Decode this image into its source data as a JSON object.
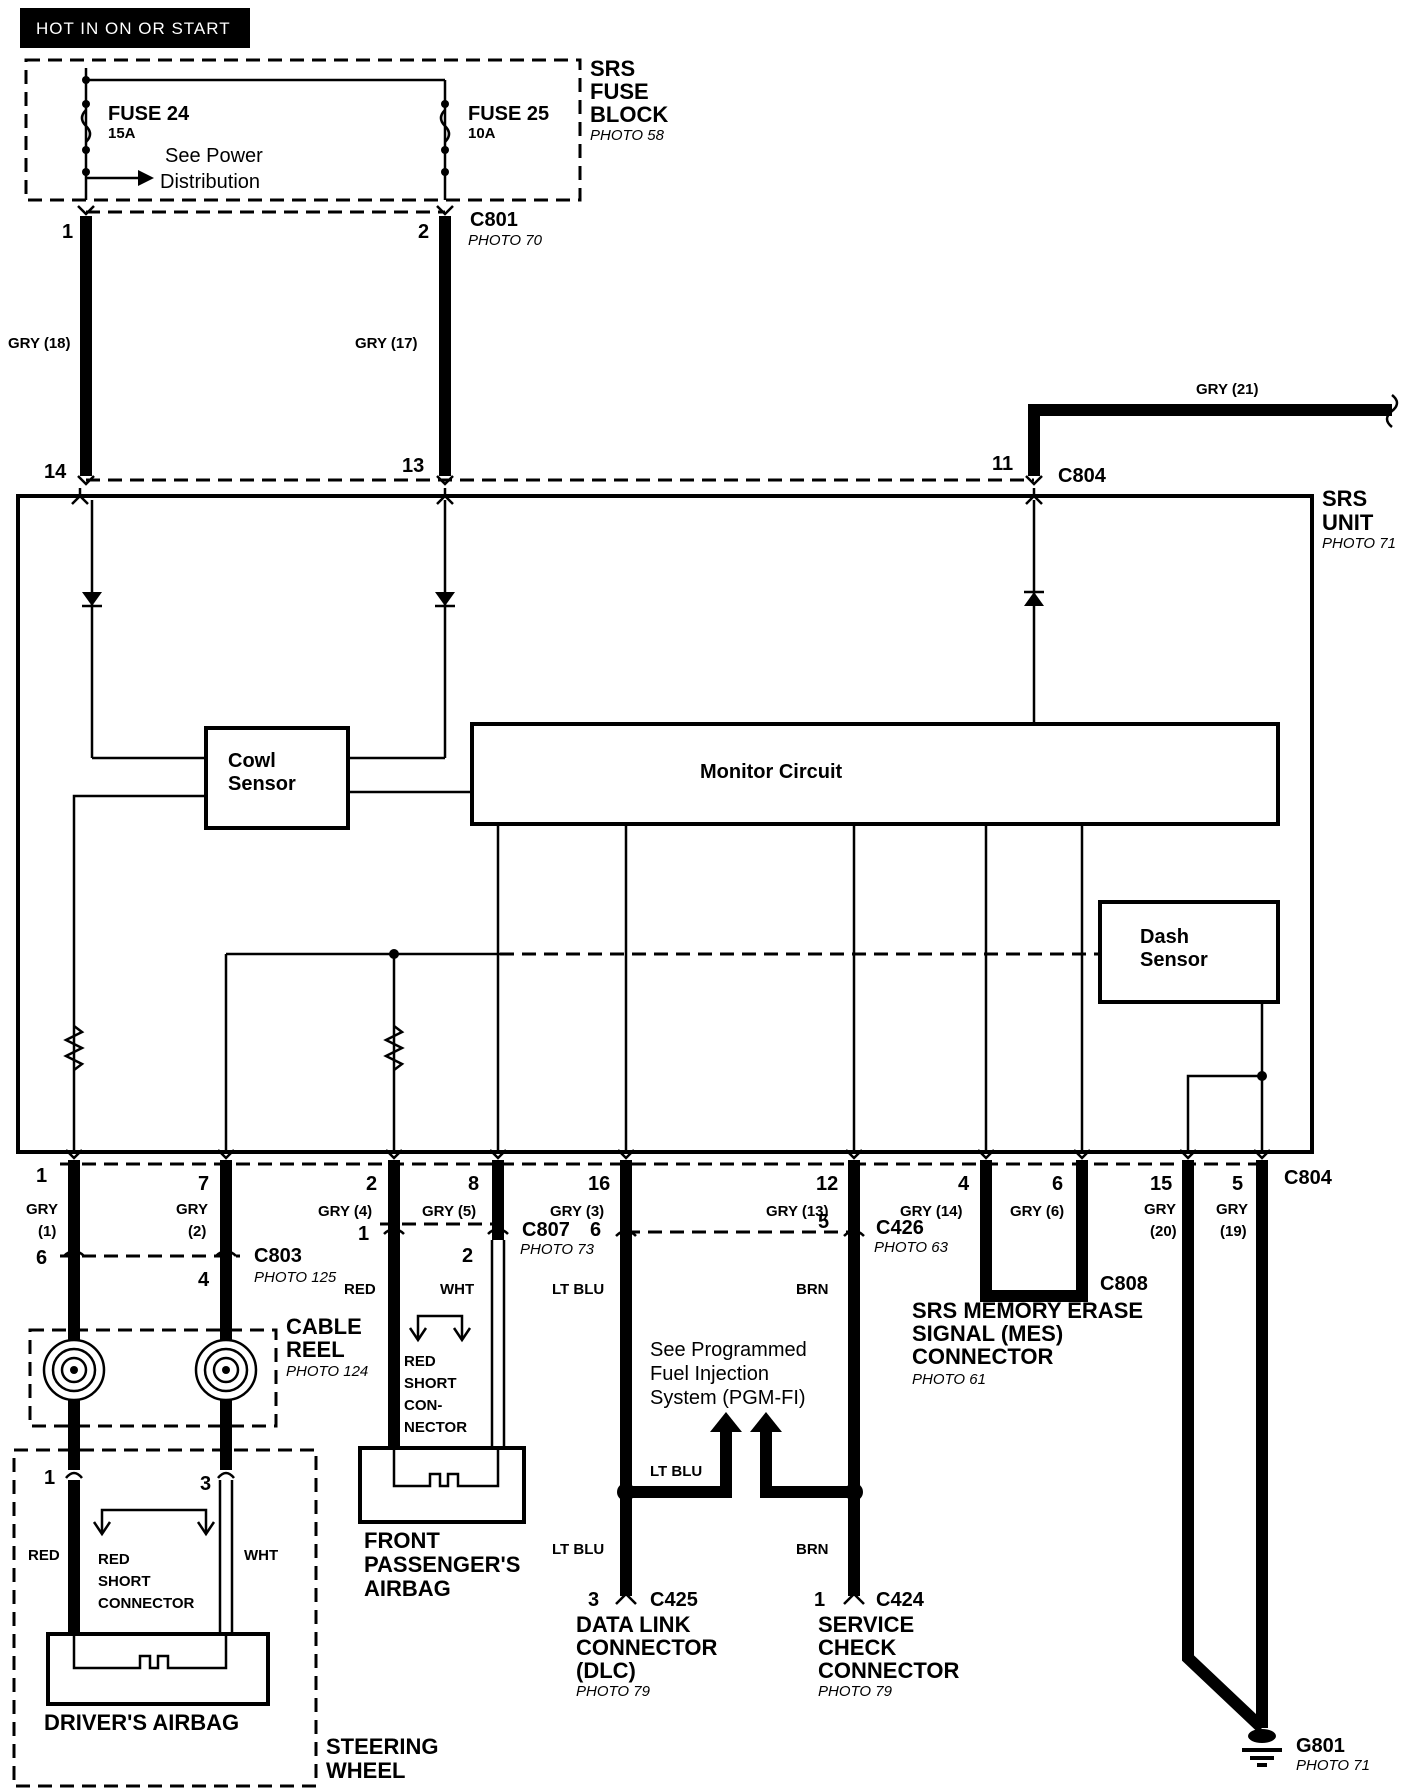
{
  "header": {
    "hot_label": "HOT IN ON OR START"
  },
  "fuse_block": {
    "title": [
      "SRS",
      "FUSE",
      "BLOCK"
    ],
    "photo": "PHOTO 58",
    "fuse_a": {
      "name": "FUSE 24",
      "rating": "15A"
    },
    "fuse_b": {
      "name": "FUSE 25",
      "rating": "10A"
    },
    "see_power": [
      "See Power",
      "Distribution"
    ]
  },
  "c801": {
    "name": "C801",
    "photo": "PHOTO 70",
    "pin_a": "1",
    "pin_b": "2"
  },
  "wires_top": {
    "left": "GRY (18)",
    "right": "GRY (17)",
    "far_right": "GRY (21)"
  },
  "c804_top": {
    "name": "C804",
    "pin_a": "14",
    "pin_b": "13",
    "pin_c": "11"
  },
  "srs_unit": {
    "title": [
      "SRS",
      "UNIT"
    ],
    "photo": "PHOTO 71",
    "cowl_sensor": [
      "Cowl",
      "Sensor"
    ],
    "monitor_circuit": "Monitor Circuit",
    "dash_sensor": [
      "Dash",
      "Sensor"
    ]
  },
  "c804_bottom": {
    "name": "C804",
    "pins": [
      "1",
      "7",
      "2",
      "8",
      "16",
      "12",
      "4",
      "6",
      "15",
      "5"
    ],
    "wires": [
      "GRY",
      "(1)",
      "GRY",
      "(2)",
      "GRY (4)",
      "GRY (5)",
      "GRY (3)",
      "GRY (13)",
      "GRY (14)",
      "GRY (6)",
      "GRY",
      "(20)",
      "GRY",
      "(19)"
    ]
  },
  "c803": {
    "name": "C803",
    "photo": "PHOTO 125",
    "pin_a": "6",
    "pin_b": "4"
  },
  "c807": {
    "name": "C807",
    "photo": "PHOTO 73",
    "pin_a": "1",
    "pin_b": "2",
    "pin_c": "6"
  },
  "c426": {
    "name": "C426",
    "photo": "PHOTO 63",
    "pin": "5"
  },
  "c808": {
    "name": "C808"
  },
  "cable_reel": {
    "title": [
      "CABLE",
      "REEL"
    ],
    "photo": "PHOTO 124"
  },
  "passenger": {
    "wire_a": "RED",
    "wire_b": "WHT",
    "short_connector": [
      "RED",
      "SHORT",
      "CON-",
      "NECTOR"
    ],
    "title": [
      "FRONT",
      "PASSENGER'S",
      "AIRBAG"
    ]
  },
  "driver": {
    "pin_a": "1",
    "pin_b": "3",
    "wire_a": "RED",
    "wire_b": "WHT",
    "short_connector": [
      "RED",
      "SHORT",
      "CONNECTOR"
    ],
    "title": "DRIVER'S AIRBAG",
    "steering": [
      "STEERING",
      "WHEEL"
    ]
  },
  "pgmfi": {
    "note": [
      "See Programmed",
      "Fuel Injection",
      "System (PGM-FI)"
    ],
    "lt_blu": "LT BLU",
    "brn": "BRN"
  },
  "mes": {
    "title": [
      "SRS MEMORY ERASE",
      "SIGNAL (MES)",
      "CONNECTOR"
    ],
    "photo": "PHOTO 61"
  },
  "dlc": {
    "pin": "3",
    "name": "C425",
    "title": [
      "DATA LINK",
      "CONNECTOR",
      "(DLC)"
    ],
    "photo": "PHOTO 79"
  },
  "scc": {
    "pin": "1",
    "name": "C424",
    "title": [
      "SERVICE",
      "CHECK",
      "CONNECTOR"
    ],
    "photo": "PHOTO 79"
  },
  "ground": {
    "name": "G801",
    "photo": "PHOTO 71"
  }
}
